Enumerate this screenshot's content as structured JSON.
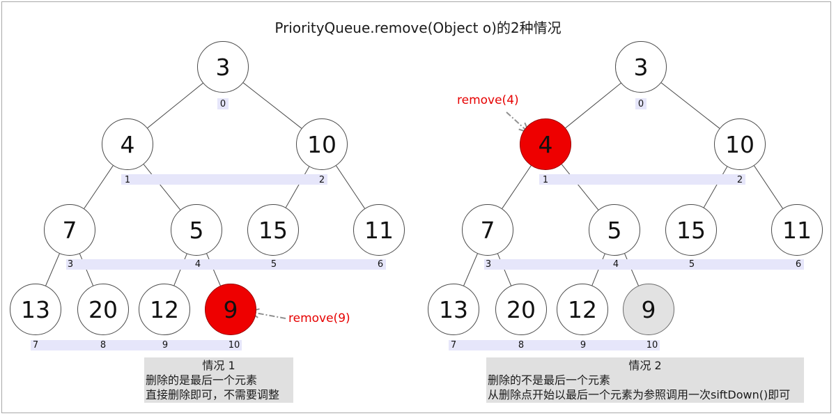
{
  "title": "PriorityQueue.remove(Object o)的2种情况",
  "left_tree": {
    "remove_label": "remove(9)",
    "nodes": [
      {
        "value": "3",
        "index": "0"
      },
      {
        "value": "4",
        "index": "1"
      },
      {
        "value": "10",
        "index": "2"
      },
      {
        "value": "7",
        "index": "3"
      },
      {
        "value": "5",
        "index": "4"
      },
      {
        "value": "15",
        "index": "5"
      },
      {
        "value": "11",
        "index": "6"
      },
      {
        "value": "13",
        "index": "7"
      },
      {
        "value": "20",
        "index": "8"
      },
      {
        "value": "12",
        "index": "9"
      },
      {
        "value": "9",
        "index": "10"
      }
    ],
    "highlighted_red_node": "9",
    "caption": {
      "heading": "情况 1",
      "line1": "删除的是最后一个元素",
      "line2": "直接删除即可，不需要调整"
    }
  },
  "right_tree": {
    "remove_label": "remove(4)",
    "nodes": [
      {
        "value": "3",
        "index": "0"
      },
      {
        "value": "4",
        "index": "1"
      },
      {
        "value": "10",
        "index": "2"
      },
      {
        "value": "7",
        "index": "3"
      },
      {
        "value": "5",
        "index": "4"
      },
      {
        "value": "15",
        "index": "5"
      },
      {
        "value": "11",
        "index": "6"
      },
      {
        "value": "13",
        "index": "7"
      },
      {
        "value": "20",
        "index": "8"
      },
      {
        "value": "12",
        "index": "9"
      },
      {
        "value": "9",
        "index": "10"
      }
    ],
    "highlighted_red_node": "4",
    "grayed_node": "9",
    "caption": {
      "heading": "情况 2",
      "line1": "删除的不是最后一个元素",
      "line2": "从删除点开始以最后一个元素为参照调用一次siftDown()即可"
    }
  },
  "colors": {
    "highlight_red": "#ee0000",
    "removed_gray": "#e2e2e2",
    "index_band_lavender": "#e6e6fa",
    "caption_box_gray": "#e0e0e0",
    "annotation_red": "#e60000",
    "edge_gray": "#4a4a4a",
    "arrow_gray": "#909090"
  }
}
